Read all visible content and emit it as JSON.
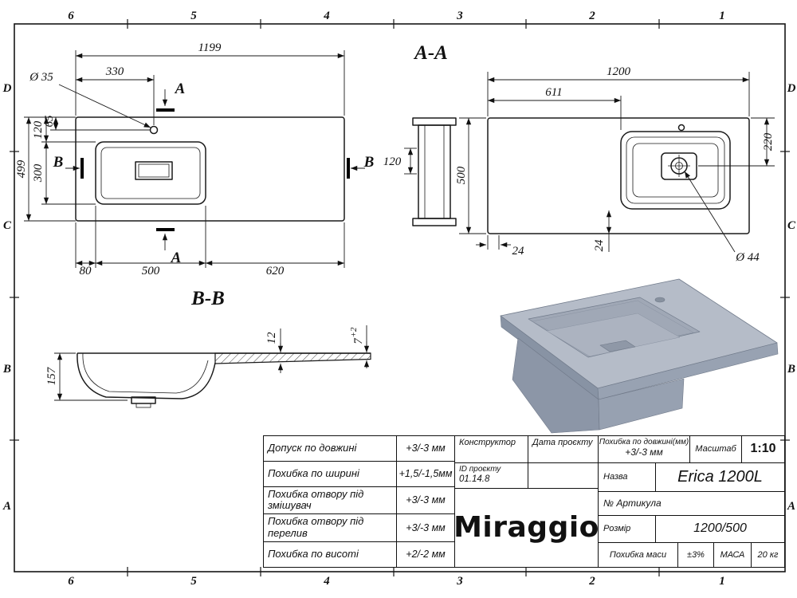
{
  "grid": {
    "cols": [
      "6",
      "5",
      "4",
      "3",
      "2",
      "1"
    ],
    "rows": [
      "D",
      "C",
      "B",
      "A"
    ]
  },
  "plan": {
    "length": "1199",
    "faucet_x": "330",
    "faucet_dia": "Ø 35",
    "top_to_faucet": "65",
    "top_to_basin": "120",
    "depth": "499",
    "basin_depth": "300",
    "left_to_basin": "80",
    "basin_len": "500",
    "basin_to_right": "620",
    "sec_a": "A",
    "sec_b": "B"
  },
  "end_view": {
    "basin_h": "120"
  },
  "aa": {
    "label": "A-A",
    "length": "1200",
    "left_to_basin": "611",
    "depth": "500",
    "top_to_drain": "220",
    "edge_gap": "24",
    "bottom_gap": "24",
    "drain_dia": "Ø 44"
  },
  "bb": {
    "label": "B-B",
    "rim_h": "12",
    "slab_t": "7",
    "slab_tol": "+2",
    "total_h": "157"
  },
  "titleblock": {
    "rows": [
      {
        "label": "Допуск по довжині",
        "value": "+3/-3 мм"
      },
      {
        "label": "Похибка по ширині",
        "value": "+1,5/-1,5мм"
      },
      {
        "label": "Похибка отвору під змішувач",
        "value": "+3/-3 мм"
      },
      {
        "label": "Похибка отвору під перелив",
        "value": "+3/-3 мм"
      },
      {
        "label": "Похибка по висоті",
        "value": "+2/-2 мм"
      }
    ],
    "constructor_label": "Конструктор",
    "date_label": "Дата проєкту",
    "project_id_label": "ID проєкту",
    "project_id": "01.14.8",
    "length_tol_label": "Похибка по довжині(мм)",
    "length_tol": "+3/-3 мм",
    "scale_label": "Масштаб",
    "scale": "1:10",
    "name_label": "Назва",
    "name": "Erica 1200L",
    "article_label": "№ Артикула",
    "size_label": "Розмір",
    "size": "1200/500",
    "mass_tol_label": "Похибка маси",
    "mass_tol": "±3%",
    "mass_label": "МАСА",
    "mass": "20 кг",
    "brand": "Miraggio"
  }
}
